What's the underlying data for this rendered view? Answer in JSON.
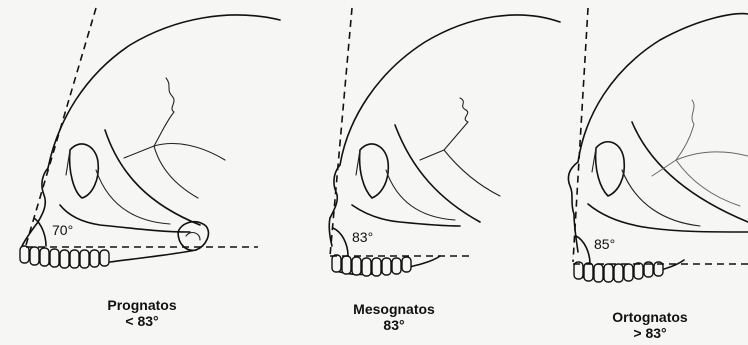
{
  "panels": [
    {
      "id": "prognatos",
      "name": "Prognatos",
      "range": "< 83°",
      "angle": "70°"
    },
    {
      "id": "mesognatos",
      "name": "Mesognatos",
      "range": "83°",
      "angle": "83°"
    },
    {
      "id": "ortognatos",
      "name": "Ortognatos",
      "range": "> 83°",
      "angle": "85°"
    }
  ]
}
